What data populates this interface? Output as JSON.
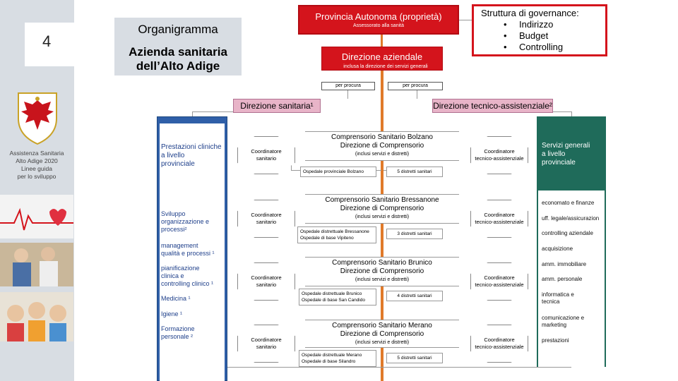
{
  "sidebar": {
    "slide_number": "4",
    "caption": [
      "Assistenza Sanitaria",
      "Alto Adige 2020",
      "Linee guida",
      "per lo sviluppo"
    ]
  },
  "title": {
    "top": "Organigramma",
    "main": [
      "Azienda sanitaria",
      "dell’Alto Adige"
    ]
  },
  "provincia": {
    "title": "Provincia Autonoma (proprietà)",
    "subtitle": "Assessorato alla sanità"
  },
  "governance": {
    "title": "Struttura di governance:",
    "bullet": "•",
    "items": [
      "Indirizzo",
      "Budget",
      "Controlling"
    ]
  },
  "direzione_aziendale": {
    "title": "Direzione aziendale",
    "subtitle": "inclusa la direzione dei servizi generali",
    "per_procura_left": "per procura",
    "per_procura_right": "per procura"
  },
  "direzione_sanitaria": "Direzione sanitaria¹",
  "direzione_tecnico": "Direzione tecnico-assistenziale²",
  "left_column": {
    "header": [
      "Prestazioni cliniche",
      "a livello",
      "provinciale"
    ],
    "items": [
      [
        "Sviluppo",
        "organizzazione e",
        "processi²"
      ],
      [
        "management",
        "qualità e processi ¹"
      ],
      [
        "pianificazione",
        "clinica e",
        "controlling clinico ¹"
      ],
      [
        "Medicina ¹"
      ],
      [
        "Igiene ¹"
      ],
      [
        "Formazione",
        "personale ²"
      ]
    ]
  },
  "right_column": {
    "header": [
      "Servizi generali",
      "a livello",
      "provinciale"
    ],
    "items": [
      [
        "economato e finanze"
      ],
      [
        "uff. legale/assicurazion"
      ],
      [
        "controlling aziendale"
      ],
      [
        "acquisizione"
      ],
      [
        "amm. immobiliare"
      ],
      [
        "amm. personale"
      ],
      [
        "informatica e",
        "tecnica"
      ],
      [
        "comunicazione e",
        "marketing"
      ],
      [
        "prestazioni"
      ]
    ]
  },
  "coord_sanitario": [
    "Coordinatore",
    "sanitario"
  ],
  "coord_tecnico": [
    "Coordinatore",
    "tecnico-assistenziale"
  ],
  "comprensori": [
    {
      "title": "Comprensorio Sanitario Bolzano",
      "direzione": "Direzione di Comprensorio",
      "servizi": "(inclusi servizi e distretti)",
      "ospedali": [
        "Ospedale provinciale Bolzano"
      ],
      "distretti": "5 distretti sanitari"
    },
    {
      "title": "Comprensorio Sanitario Bressanone",
      "direzione": "Direzione di Comprensorio",
      "servizi": "(inclusi servizi e distretti)",
      "ospedali": [
        "Ospedale distrettuale Bressanone",
        "Ospedale di base Vipiteno"
      ],
      "distretti": "3 distretti sanitari"
    },
    {
      "title": "Comprensorio Sanitario Brunico",
      "direzione": "Direzione di Comprensorio",
      "servizi": "(inclusi servizi e distretti)",
      "ospedali": [
        "Ospedale distrettuale Brunico",
        "Ospedale di base San Candido"
      ],
      "distretti": "4 distretti sanitari"
    },
    {
      "title": "Comprensorio Sanitario Merano",
      "direzione": "Direzione di Comprensorio",
      "servizi": "(inclusi servizi e distretti)",
      "ospedali": [
        "Ospedale distrettuale Merano",
        "Ospedale di base Silandro"
      ],
      "distretti": "5 distretti sanitari"
    }
  ],
  "colors": {
    "red": "#d4141c",
    "blue": "#2f5fa8",
    "green": "#1f6b5a",
    "pink": "#e8b4c8",
    "orange": "#e07a2a",
    "grey": "#d8dde3"
  }
}
